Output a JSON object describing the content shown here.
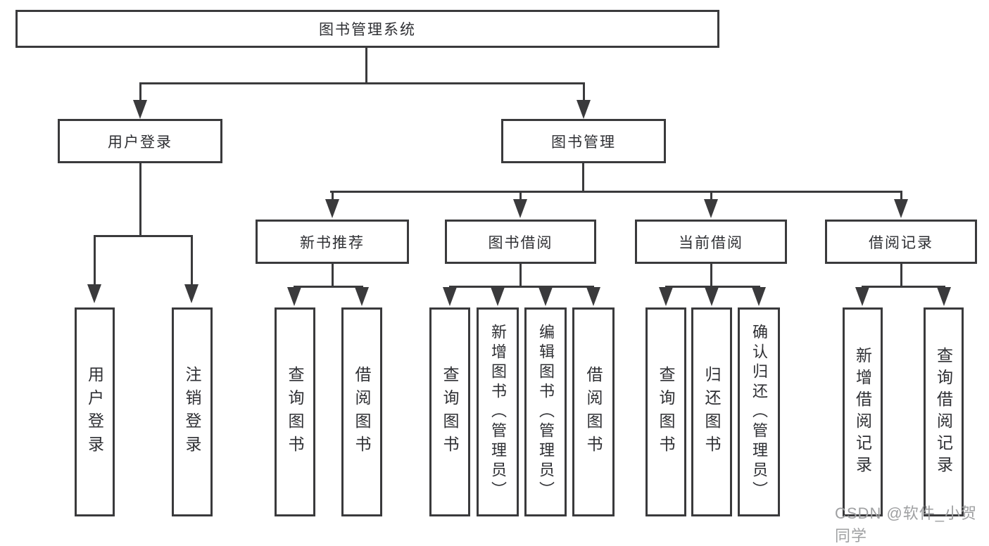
{
  "tree": {
    "root": "图书管理系统",
    "branches": [
      {
        "label": "用户登录",
        "children": [
          {
            "label": "用户登录"
          },
          {
            "label": "注销登录"
          }
        ]
      },
      {
        "label": "图书管理",
        "children": [
          {
            "label": "新书推荐",
            "children": [
              {
                "label": "查询图书"
              },
              {
                "label": "借阅图书"
              }
            ]
          },
          {
            "label": "图书借阅",
            "children": [
              {
                "label": "查询图书"
              },
              {
                "label": "新增图书（管理员）"
              },
              {
                "label": "编辑图书（管理员）"
              },
              {
                "label": "借阅图书"
              }
            ]
          },
          {
            "label": "当前借阅",
            "children": [
              {
                "label": "查询图书"
              },
              {
                "label": "归还图书"
              },
              {
                "label": "确认归还（管理员）"
              }
            ]
          },
          {
            "label": "借阅记录",
            "children": [
              {
                "label": "新增借阅记录"
              },
              {
                "label": "查询借阅记录"
              }
            ]
          }
        ]
      }
    ]
  },
  "watermark": {
    "text": "CSDN @软件_小贺同学",
    "color": "#9fa0a2"
  },
  "colors": {
    "line": "#3a3a3c",
    "text": "#2e2f33",
    "background": "#ffffff"
  }
}
